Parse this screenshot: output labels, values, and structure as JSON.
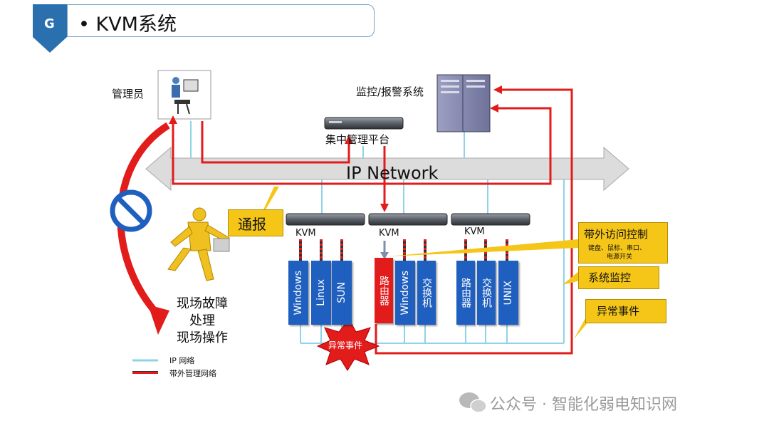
{
  "header": {
    "badge": "G",
    "title": "• KVM系统"
  },
  "labels": {
    "admin": "管理员",
    "monitor": "监控/报警系统",
    "central": "集中管理平台",
    "network": "IP Network",
    "notify": "通报",
    "kvm1": "KVM",
    "kvm2": "KVM",
    "kvm3": "KVM",
    "onsite1": "现场故障",
    "onsite2": "处理",
    "onsite3": "现场操作",
    "event_star": "异常事件"
  },
  "devices": [
    {
      "label": "Windows",
      "rotated": true
    },
    {
      "label": "Linux",
      "rotated": true
    },
    {
      "label": "SUN",
      "rotated": true
    },
    {
      "label": "路由器",
      "rotated": false,
      "highlight": true
    },
    {
      "label": "Windows",
      "rotated": true
    },
    {
      "label": "交换机",
      "rotated": false
    },
    {
      "label": "路由器",
      "rotated": false
    },
    {
      "label": "交换机",
      "rotated": false
    },
    {
      "label": "UNIX",
      "rotated": true
    }
  ],
  "callouts": {
    "oob_title": "带外访问控制",
    "oob_sub1": "键盘、鼠标、串口、",
    "oob_sub2": "电源开关",
    "sysmon": "系统监控",
    "event": "异常事件"
  },
  "legend": {
    "ip": "IP 网络",
    "oob": "带外管理网络"
  },
  "watermark": "公众号 · 智能化弱电知识网",
  "colors": {
    "red": "#e21b1b",
    "blue": "#1f5fbf",
    "cyan": "#8fd3e8",
    "yellow": "#f5c518",
    "header_border": "#7aa2c4"
  }
}
